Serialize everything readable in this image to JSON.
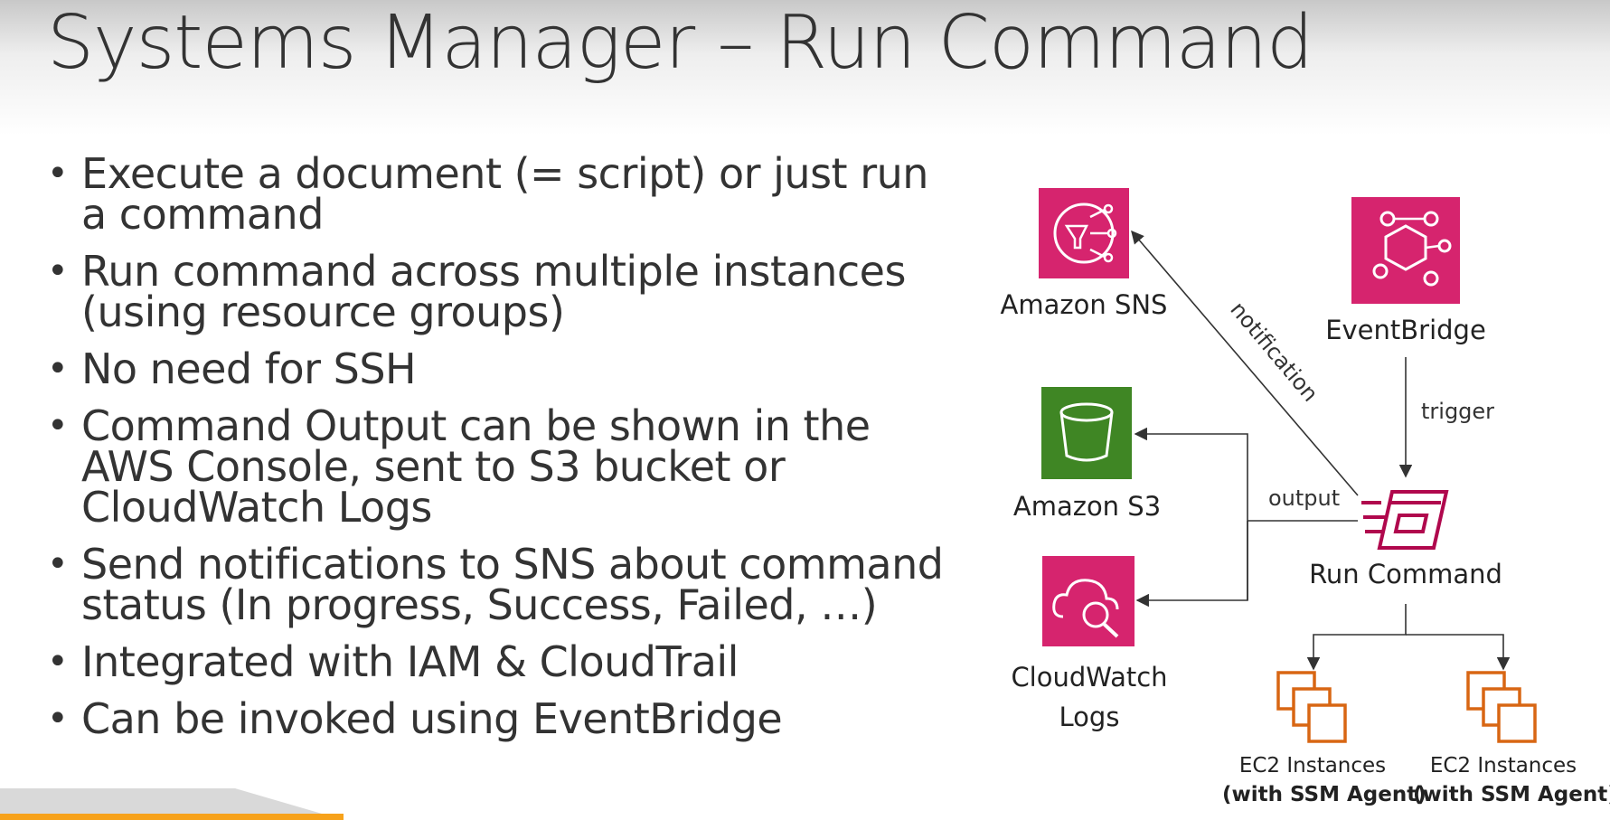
{
  "slide": {
    "title": "Systems Manager – Run Command",
    "bullets": [
      "Execute a document (= script) or just run a command",
      "Run command across multiple instances (using resource groups)",
      "No need for SSH",
      "Command Output can be shown in the AWS Console, sent to S3 bucket or CloudWatch Logs",
      "Send notifications to SNS about command status (In progress, Success, Failed, …)",
      "Integrated with IAM & CloudTrail",
      "Can be invoked using EventBridge"
    ]
  },
  "diagram": {
    "nodes": {
      "sns": {
        "label": "Amazon SNS",
        "icon": "sns-icon",
        "color": "#D6246E"
      },
      "eventbridge": {
        "label": "EventBridge",
        "icon": "eventbridge-icon",
        "color": "#D6246E"
      },
      "s3": {
        "label": "Amazon S3",
        "icon": "s3-bucket-icon",
        "color": "#3F8624"
      },
      "cloudwatch": {
        "label_line1": "CloudWatch",
        "label_line2": "Logs",
        "icon": "cloudwatch-logs-icon",
        "color": "#D6246E"
      },
      "run_command": {
        "label": "Run Command",
        "icon": "run-command-icon",
        "color": "#B0084D"
      },
      "ec2_a": {
        "label_line1": "EC2 Instances",
        "label_line2": "(with SSM Agent)",
        "icon": "ec2-instances-icon",
        "color": "#D86613"
      },
      "ec2_b": {
        "label_line1": "EC2 Instances",
        "label_line2": "(with SSM Agent)",
        "icon": "ec2-instances-icon",
        "color": "#D86613"
      }
    },
    "edges": {
      "notification": "notification",
      "trigger": "trigger",
      "output": "output"
    }
  },
  "colors": {
    "edge": "#333333",
    "bottom_band_gray": "#d9d9d9",
    "bottom_band_orange": "#F7A21B"
  }
}
